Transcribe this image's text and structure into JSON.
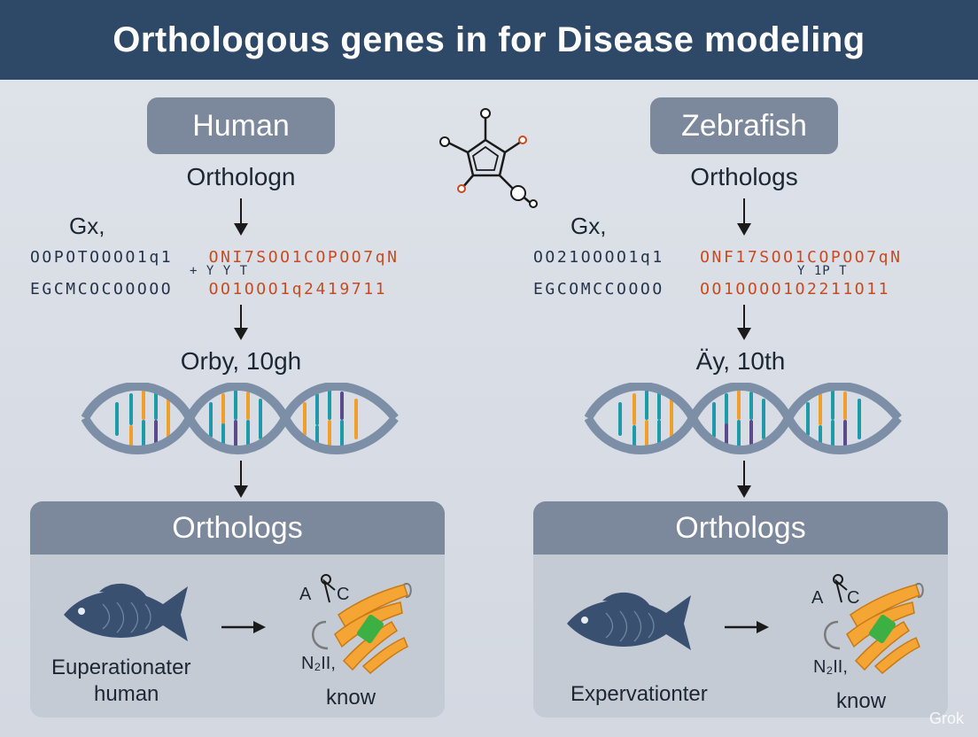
{
  "title": "Orthologous genes in  for Disease modeling",
  "left": {
    "species": "Human",
    "ortholog_label": "Orthologn",
    "gx_label": "Gx,",
    "seq_row1": "OOPOTOOOO1q1",
    "seq_row1_hl": "ONI7SOO1COPOO7qN",
    "seq_mid": "+        Y   Y   T",
    "seq_row2": "EGCMCOCOOOOO",
    "seq_row2_hl": "OO1OOO1q2419711",
    "gene_label": "Orby, 10gh",
    "panel_title": "Orthologs",
    "fish_caption_1": "Euperationater",
    "fish_caption_2": "human",
    "protein_a": "A",
    "protein_c": "C",
    "protein_n": "N₂II,",
    "protein_caption": "know"
  },
  "right": {
    "species": "Zebrafish",
    "ortholog_label": "Orthologs",
    "gx_label": "Gx,",
    "seq_row1": "OO21OOOO1q1",
    "seq_row1_hl": "ONF17SOO1COPOO7qN",
    "seq_mid": "Y   1P    T",
    "seq_row2": "EGCOMCCOOOO",
    "seq_row2_hl": "OO1OOOO1O2211O11",
    "gene_label": "Äy, 10th",
    "panel_title": "Orthologs",
    "fish_caption_1": "Expervationter",
    "protein_a": "A",
    "protein_c": "C",
    "protein_n": "N₂II,",
    "protein_caption": "know"
  },
  "watermark": "Grok",
  "colors": {
    "header": "#2e4868",
    "pill": "#7c889b",
    "panel": "#c5cbd5",
    "teal": "#1e9aa8",
    "orange": "#f0a02a",
    "purple": "#5b4a8c",
    "strand": "#7d8fa6",
    "fish": "#3a5070",
    "green": "#3cb043",
    "accent_red": "#c94a1e"
  },
  "icons": [
    "molecule-icon",
    "dna-helix-icon",
    "fish-icon",
    "protein-icon",
    "arrow-right-icon",
    "arrow-down-icon"
  ]
}
